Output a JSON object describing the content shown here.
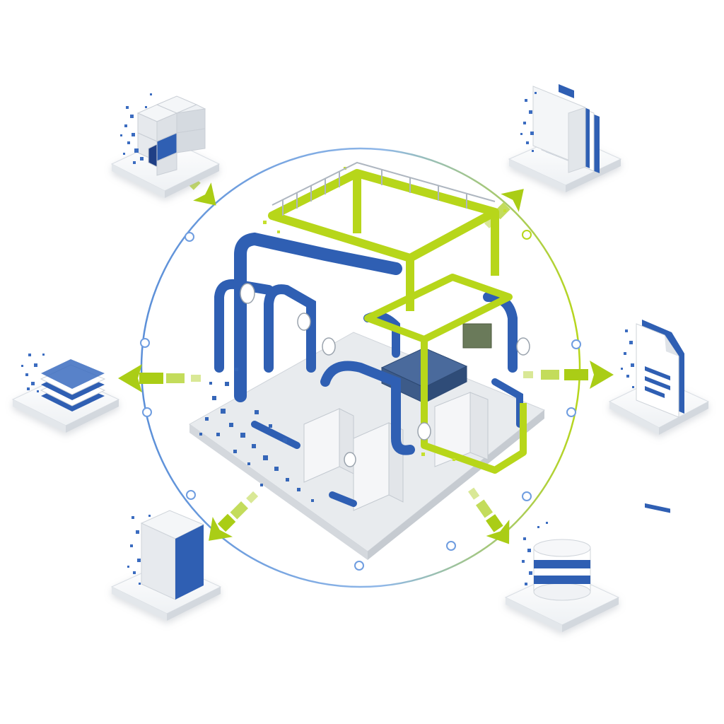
{
  "colors": {
    "blue": "#2f5fb3",
    "blue_dark": "#1f3f86",
    "blue_light": "#6f9de0",
    "lime": "#b7d61a",
    "lime_dark": "#95b40c",
    "gray": "#dfe3e8",
    "gray_dark": "#b8bec6",
    "platform": "#f2f4f6",
    "ring": "#7fa8e0"
  },
  "central": {
    "icon": "industrial-plant-icon"
  },
  "nodes": [
    {
      "id": "top-left",
      "icon": "cube-grid-icon"
    },
    {
      "id": "top-right",
      "icon": "folder-stack-icon"
    },
    {
      "id": "left",
      "icon": "layers-icon"
    },
    {
      "id": "right",
      "icon": "document-icon"
    },
    {
      "id": "bottom-left",
      "icon": "box-icon"
    },
    {
      "id": "bottom-right",
      "icon": "database-icon"
    }
  ]
}
